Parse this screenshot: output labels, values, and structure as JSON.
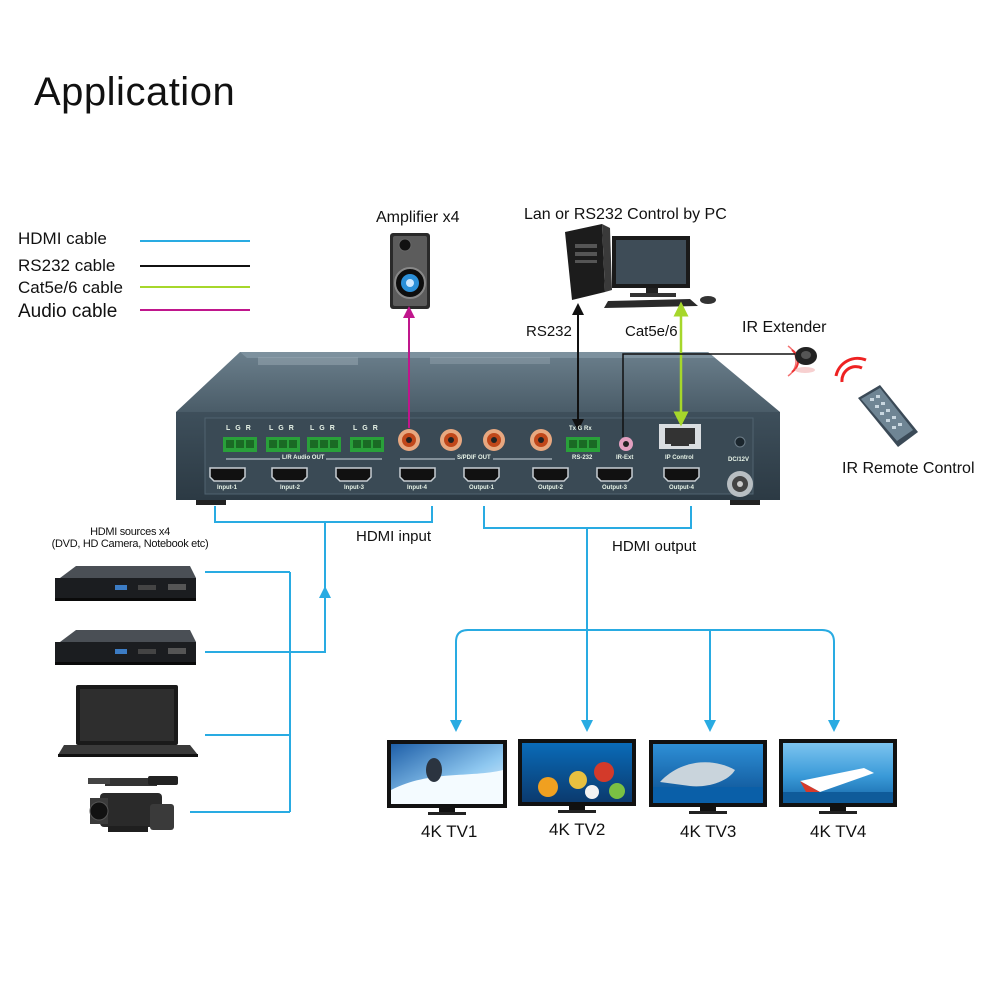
{
  "title": "Application",
  "legend": [
    {
      "label": "HDMI cable",
      "color": "#29abe2"
    },
    {
      "label": "RS232 cable",
      "color": "#111111"
    },
    {
      "label": "Cat5e/6 cable",
      "color": "#a6d72b"
    },
    {
      "label": "Audio cable",
      "color": "#c0168c"
    }
  ],
  "labels": {
    "amplifier": "Amplifier x4",
    "pc_control": "Lan or RS232 Control by PC",
    "rs232": "RS232",
    "cat5": "Cat5e/6",
    "ir_extender": "IR Extender",
    "ir_remote": "IR Remote Control",
    "hdmi_input": "HDMI input",
    "hdmi_output": "HDMI output",
    "sources_line1": "HDMI sources x4",
    "sources_line2": "(DVD, HD Camera, Notebook etc)"
  },
  "device": {
    "audio_channel_letters": [
      "L",
      "G",
      "R"
    ],
    "audio_out_label": "L/R Audio OUT",
    "spdif_label": "S/PDIF OUT",
    "rs232_pins": "Tx G Rx",
    "rs232_label": "RS-232",
    "ir_ext_label": "IR-Ext",
    "ip_label": "IP Control",
    "dc_label": "DC/12V",
    "ports": [
      "Input-1",
      "Input-2",
      "Input-3",
      "Input-4",
      "Output-1",
      "Output-2",
      "Output-3",
      "Output-4"
    ]
  },
  "tvs": [
    "4K TV1",
    "4K TV2",
    "4K TV3",
    "4K TV4"
  ]
}
